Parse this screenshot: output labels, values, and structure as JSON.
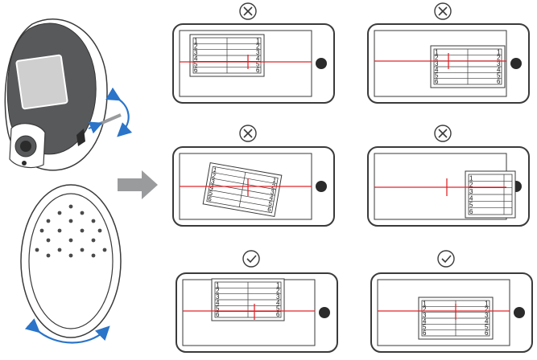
{
  "device": {
    "illustration": "scanner-device-with-lens",
    "rotate_arrow_icon": "curved-double-arrow"
  },
  "back_cover": {
    "illustration": "oval-back-cover-with-holes",
    "rotate_arrow_icon": "curved-double-arrow"
  },
  "transition_arrow_icon": "right-arrow",
  "panels": [
    {
      "id": "top-left",
      "status": "incorrect",
      "status_icon": "x-circle-icon",
      "labels_left": [
        "1",
        "2",
        "3",
        "4",
        "5",
        "6"
      ],
      "labels_right": [
        "1",
        "2",
        "3",
        "4",
        "5",
        "6"
      ]
    },
    {
      "id": "top-right",
      "status": "incorrect",
      "status_icon": "x-circle-icon",
      "labels_left": [
        "1",
        "2",
        "3",
        "4",
        "5",
        "6"
      ],
      "labels_right": [
        "1",
        "2",
        "3",
        "4",
        "5",
        "6"
      ]
    },
    {
      "id": "middle-left",
      "status": "incorrect",
      "status_icon": "x-circle-icon",
      "labels_left": [
        "1",
        "2",
        "3",
        "4",
        "5",
        "6"
      ],
      "labels_right": [
        "1",
        "2",
        "3",
        "4",
        "5",
        "6"
      ]
    },
    {
      "id": "middle-right",
      "status": "incorrect",
      "status_icon": "x-circle-icon",
      "labels_left": [
        "1",
        "2",
        "3",
        "4",
        "5",
        "6"
      ],
      "labels_right": []
    },
    {
      "id": "bottom-left",
      "status": "correct",
      "status_icon": "check-circle-icon",
      "labels_left": [
        "1",
        "2",
        "3",
        "4",
        "5",
        "6"
      ],
      "labels_right": [
        "1",
        "2",
        "3",
        "4",
        "5",
        "6"
      ]
    },
    {
      "id": "bottom-right",
      "status": "correct",
      "status_icon": "check-circle-icon",
      "labels_left": [
        "1",
        "2",
        "3",
        "4",
        "5",
        "6"
      ],
      "labels_right": [
        "1",
        "2",
        "3",
        "4",
        "5",
        "6"
      ]
    }
  ],
  "colors": {
    "outline": "#3a3a3a",
    "device_body": "#58595b",
    "screen_gray": "#cfcfcf",
    "laser_red": "#e0262b",
    "arrow_blue": "#2a74c9",
    "arrow_gray": "#9a9b9d"
  }
}
